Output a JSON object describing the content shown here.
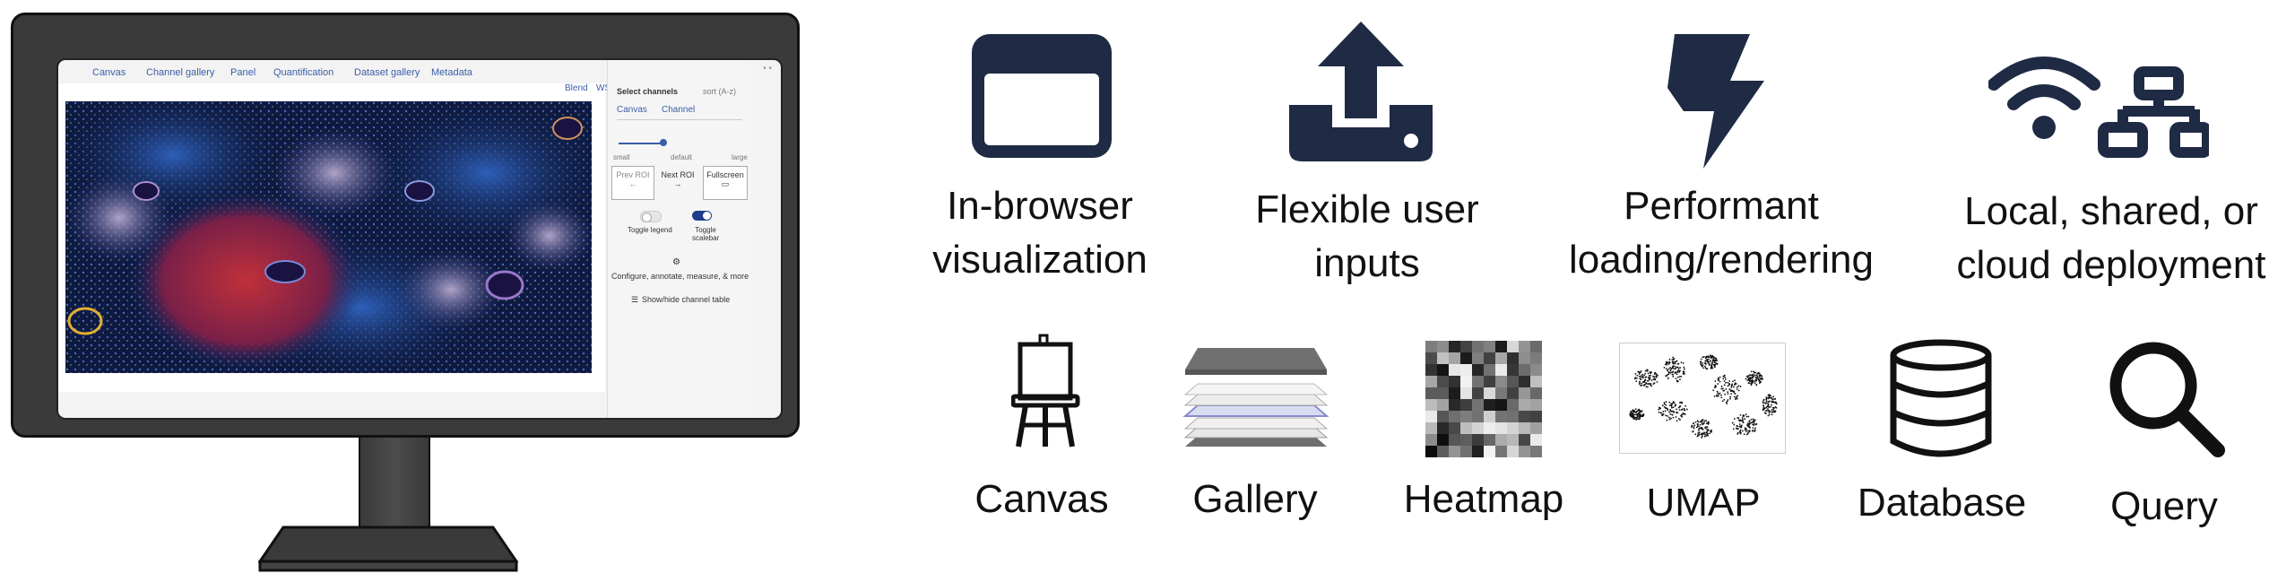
{
  "monitor_app": {
    "nav": [
      "Canvas",
      "Channel gallery",
      "Panel",
      "Quantification",
      "Dataset gallery",
      "Metadata"
    ],
    "view_tabs": [
      "Blend",
      "WSI"
    ],
    "select_channels_label": "Select channels",
    "sort_label": "sort (A-z)",
    "side_tabs": [
      "Canvas",
      "Channel"
    ],
    "slider_labels": [
      "small",
      "default",
      "large"
    ],
    "prev_roi": "Prev ROI",
    "next_roi": "Next ROI",
    "fullscreen": "Fullscreen",
    "toggle_legend": "Toggle legend",
    "toggle_scalebar": "Toggle scalebar",
    "configure_label": "Configure, annotate, measure, & more",
    "show_hide_label": "Show/hide channel table"
  },
  "features_top": [
    {
      "line1": "In-browser",
      "line2": "visualization",
      "icon": "browser-window-icon"
    },
    {
      "line1": "Flexible user",
      "line2": "inputs",
      "icon": "upload-icon"
    },
    {
      "line1": "Performant",
      "line2": "loading/rendering",
      "icon": "lightning-bolt-icon"
    },
    {
      "line1": "Local, shared, or",
      "line2": "cloud deployment",
      "icon": "wifi-network-icon"
    }
  ],
  "features_bottom": [
    {
      "label": "Canvas",
      "icon": "easel-icon"
    },
    {
      "label": "Gallery",
      "icon": "gallery-stack-icon"
    },
    {
      "label": "Heatmap",
      "icon": "heatmap-icon"
    },
    {
      "label": "UMAP",
      "icon": "umap-icon"
    },
    {
      "label": "Database",
      "icon": "database-icon"
    },
    {
      "label": "Query",
      "icon": "magnifier-icon"
    }
  ],
  "colors": {
    "icon_navy": "#1f2a44",
    "monitor_frame": "#3a3a3a",
    "link_blue": "#3a5ea8"
  }
}
